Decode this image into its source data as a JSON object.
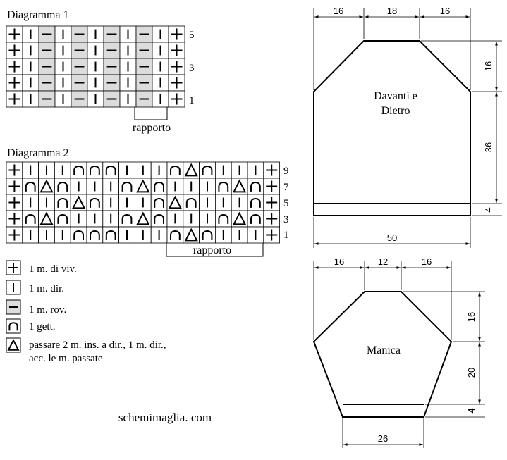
{
  "diagram1": {
    "title": "Diagramma 1",
    "row_labels": [
      "5",
      "3",
      "1"
    ],
    "repeat_label": "rapporto",
    "rows": [
      [
        "+",
        "|",
        "-",
        "|",
        "-",
        "|",
        "-",
        "|",
        "-",
        "|",
        "+"
      ],
      [
        "+",
        "|",
        "-",
        "|",
        "-",
        "|",
        "-",
        "|",
        "-",
        "|",
        "+"
      ],
      [
        "+",
        "|",
        "-",
        "|",
        "-",
        "|",
        "-",
        "|",
        "-",
        "|",
        "+"
      ],
      [
        "+",
        "|",
        "-",
        "|",
        "-",
        "|",
        "-",
        "|",
        "-",
        "|",
        "+"
      ],
      [
        "+",
        "|",
        "-",
        "|",
        "-",
        "|",
        "-",
        "|",
        "-",
        "|",
        "+"
      ]
    ]
  },
  "diagram2": {
    "title": "Diagramma 2",
    "row_labels": [
      "9",
      "7",
      "5",
      "3",
      "1"
    ],
    "repeat_label": "rapporto",
    "rows": [
      [
        "+",
        "|",
        "|",
        "|",
        "o",
        "o",
        "o",
        "|",
        "|",
        "|",
        "o",
        "t",
        "o",
        "|",
        "|",
        "|",
        "+"
      ],
      [
        "+",
        "o",
        "t",
        "o",
        "|",
        "|",
        "|",
        "o",
        "t",
        "o",
        "|",
        "|",
        "|",
        "o",
        "t",
        "o",
        "+"
      ],
      [
        "+",
        "|",
        "|",
        "o",
        "t",
        "o",
        "|",
        "|",
        "|",
        "o",
        "t",
        "o",
        "|",
        "|",
        "|",
        "o",
        "+"
      ],
      [
        "+",
        "o",
        "t",
        "o",
        "|",
        "|",
        "|",
        "o",
        "t",
        "o",
        "|",
        "|",
        "|",
        "o",
        "t",
        "o",
        "+"
      ],
      [
        "+",
        "|",
        "|",
        "|",
        "o",
        "o",
        "o",
        "|",
        "|",
        "|",
        "o",
        "t",
        "o",
        "|",
        "|",
        "|",
        "+"
      ]
    ]
  },
  "legend": [
    {
      "symbol": "+",
      "lines": [
        "1 m. di viv."
      ]
    },
    {
      "symbol": "|",
      "lines": [
        "1 m. dir."
      ]
    },
    {
      "symbol": "-",
      "lines": [
        "1 m. rov."
      ]
    },
    {
      "symbol": "o",
      "lines": [
        "1 gett."
      ]
    },
    {
      "symbol": "t",
      "lines": [
        "passare 2 m. ins. a dir., 1 m. dir.,",
        "acc. le m. passate"
      ]
    }
  ],
  "website": "schemimaglia. com",
  "body_piece": {
    "label_lines": [
      "Davanti e",
      "Dietro"
    ],
    "top_widths": [
      "16",
      "18",
      "16"
    ],
    "heights": [
      "16",
      "36",
      "4"
    ],
    "bottom_width": "50"
  },
  "sleeve_piece": {
    "label": "Manica",
    "top_widths": [
      "16",
      "12",
      "16"
    ],
    "heights": [
      "16",
      "20",
      "4"
    ],
    "bottom_width": "26"
  },
  "colors": {
    "purl_fill": "#dcdcdc",
    "line": "#000000"
  }
}
